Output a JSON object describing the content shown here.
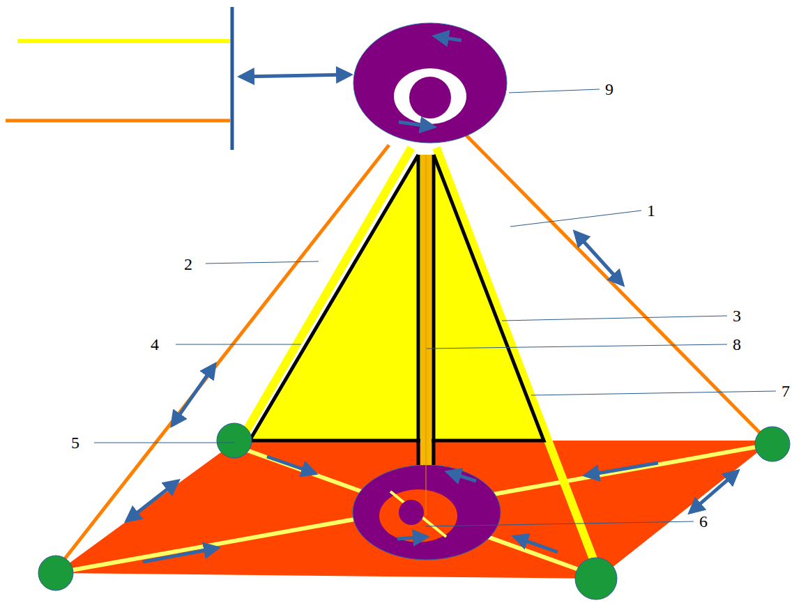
{
  "diagram": {
    "labels": [
      "9",
      "1",
      "2",
      "3",
      "4",
      "8",
      "7",
      "5",
      "6"
    ]
  }
}
